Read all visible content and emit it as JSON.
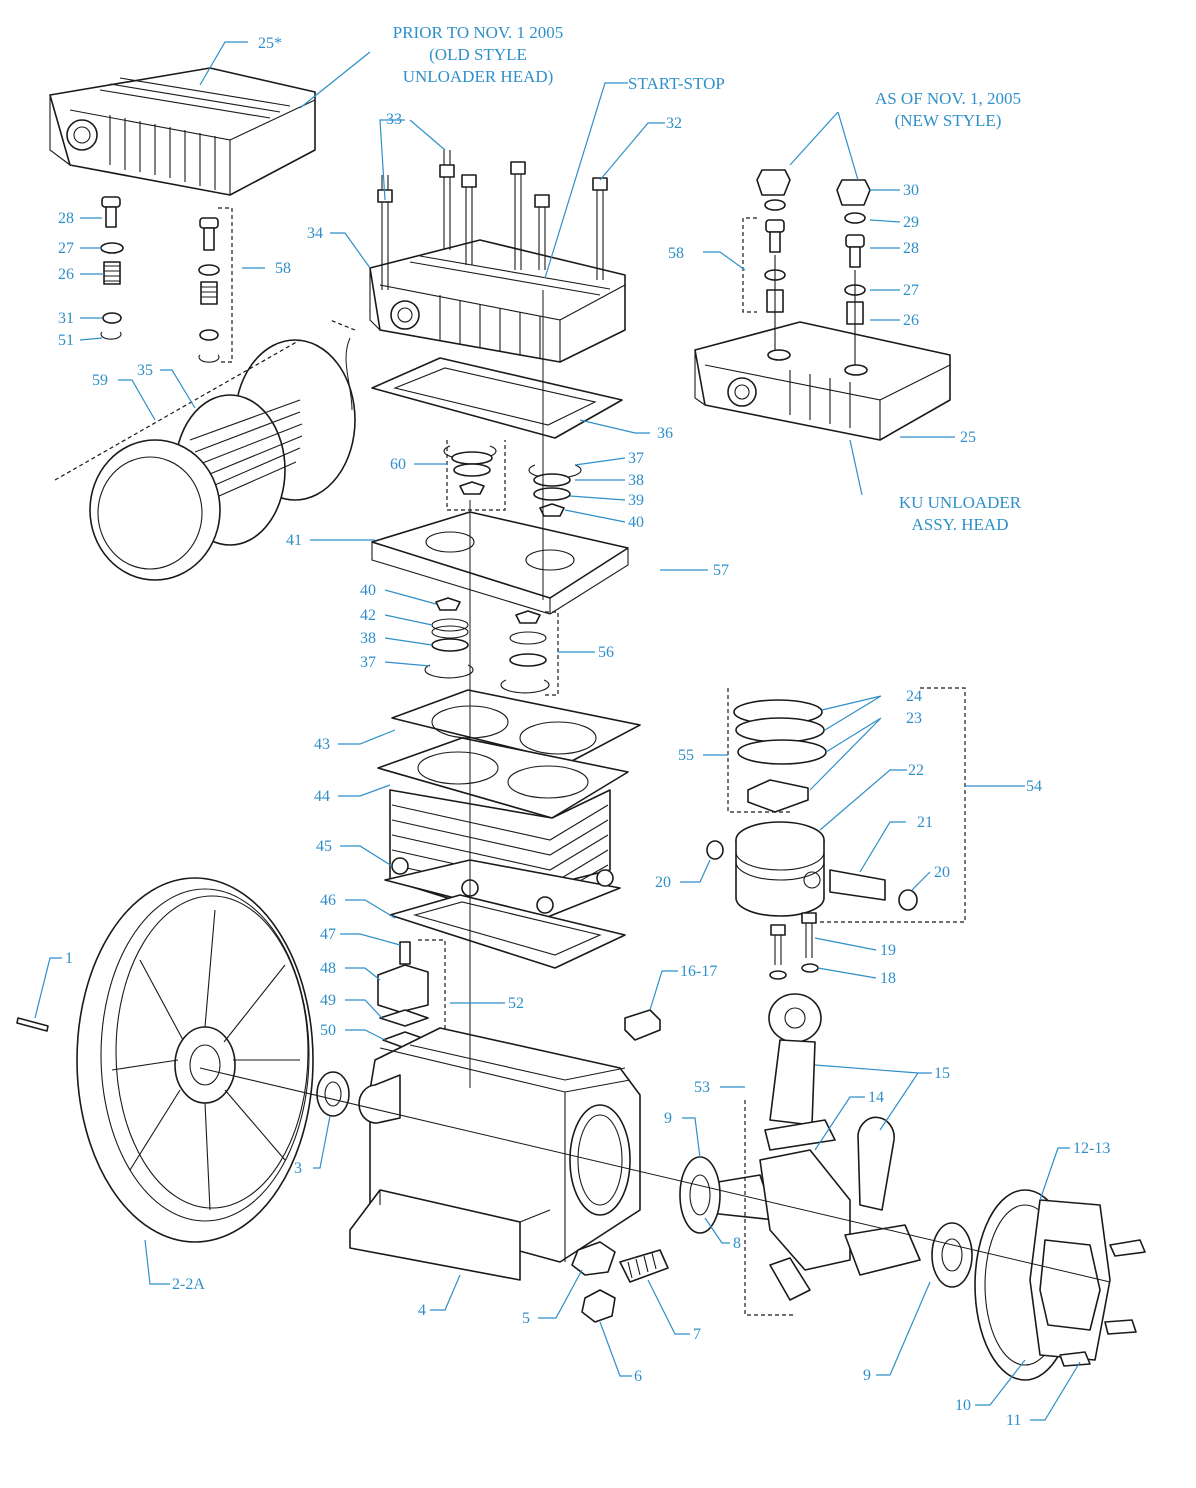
{
  "notes": {
    "old_style": [
      "PRIOR TO NOV. 1 2005",
      "(OLD STYLE",
      "UNLOADER HEAD)"
    ],
    "start_stop": "START-STOP",
    "new_style": [
      "AS OF NOV. 1, 2005",
      "(NEW STYLE)"
    ],
    "ku_unloader": [
      "KU UNLOADER",
      "ASSY. HEAD"
    ]
  },
  "labels": {
    "p25s": "25*",
    "p33": "33",
    "p32": "32",
    "p30": "30",
    "p29": "29",
    "p28a": "28",
    "p27a": "27",
    "p26a": "26",
    "p58a": "58",
    "p28b": "28",
    "p27b": "27",
    "p26b": "26",
    "p31": "31",
    "p51": "51",
    "p58b": "58",
    "p34": "34",
    "p59": "59",
    "p35": "35",
    "p36": "36",
    "p25": "25",
    "p60": "60",
    "p37a": "37",
    "p38a": "38",
    "p39": "39",
    "p40a": "40",
    "p41": "41",
    "p57": "57",
    "p40b": "40",
    "p42": "42",
    "p38b": "38",
    "p37b": "37",
    "p56": "56",
    "p24": "24",
    "p23": "23",
    "p55": "55",
    "p22": "22",
    "p54": "54",
    "p21": "21",
    "p20a": "20",
    "p20b": "20",
    "p43": "43",
    "p44": "44",
    "p45": "45",
    "p46": "46",
    "p47": "47",
    "p48": "48",
    "p49": "49",
    "p50": "50",
    "p52": "52",
    "p1": "1",
    "p19": "19",
    "p18": "18",
    "p1617": "16-17",
    "p15": "15",
    "p14": "14",
    "p53": "53",
    "p9a": "9",
    "p1213": "12-13",
    "p3": "3",
    "p8": "8",
    "p22a": "2-2A",
    "p4": "4",
    "p5": "5",
    "p7": "7",
    "p6": "6",
    "p9b": "9",
    "p10": "10",
    "p11": "11"
  }
}
